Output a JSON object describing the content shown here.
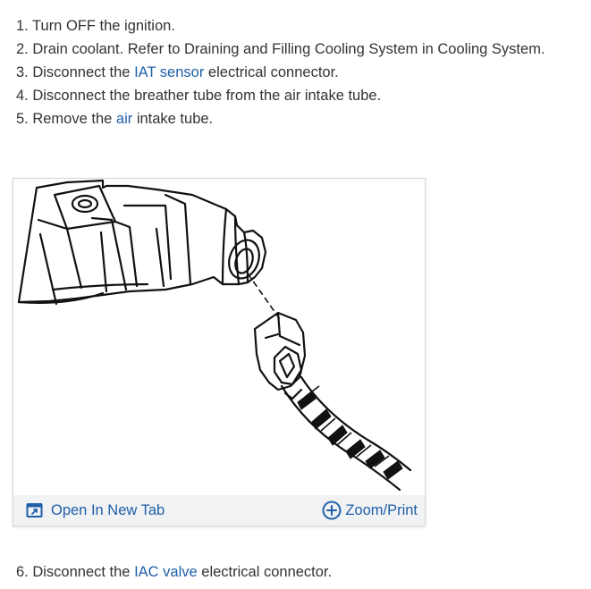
{
  "steps": [
    {
      "parts": [
        {
          "text": "1. Turn OFF the ignition."
        }
      ]
    },
    {
      "parts": [
        {
          "text": "2. Drain coolant. Refer to Draining and Filling Cooling System in Cooling System."
        }
      ]
    },
    {
      "parts": [
        {
          "text": "3. Disconnect the "
        },
        {
          "text": "IAT sensor",
          "link": true
        },
        {
          "text": " electrical connector."
        }
      ]
    },
    {
      "parts": [
        {
          "text": "4. Disconnect the breather tube from the air intake tube."
        }
      ]
    },
    {
      "parts": [
        {
          "text": "5. Remove the "
        },
        {
          "text": "air",
          "link": true
        },
        {
          "text": " intake tube."
        }
      ]
    }
  ],
  "figure": {
    "open_label": "Open In New Tab",
    "zoom_label": "Zoom/Print",
    "icons": {
      "open": "open-new-tab-icon",
      "zoom": "zoom-plus-icon"
    }
  },
  "step6": {
    "prefix": "6. Disconnect the ",
    "link": "IAC valve",
    "suffix": " electrical connector."
  },
  "colors": {
    "link": "#1f5fa8",
    "text": "#333333",
    "bar_bg": "#f1f2f4"
  }
}
